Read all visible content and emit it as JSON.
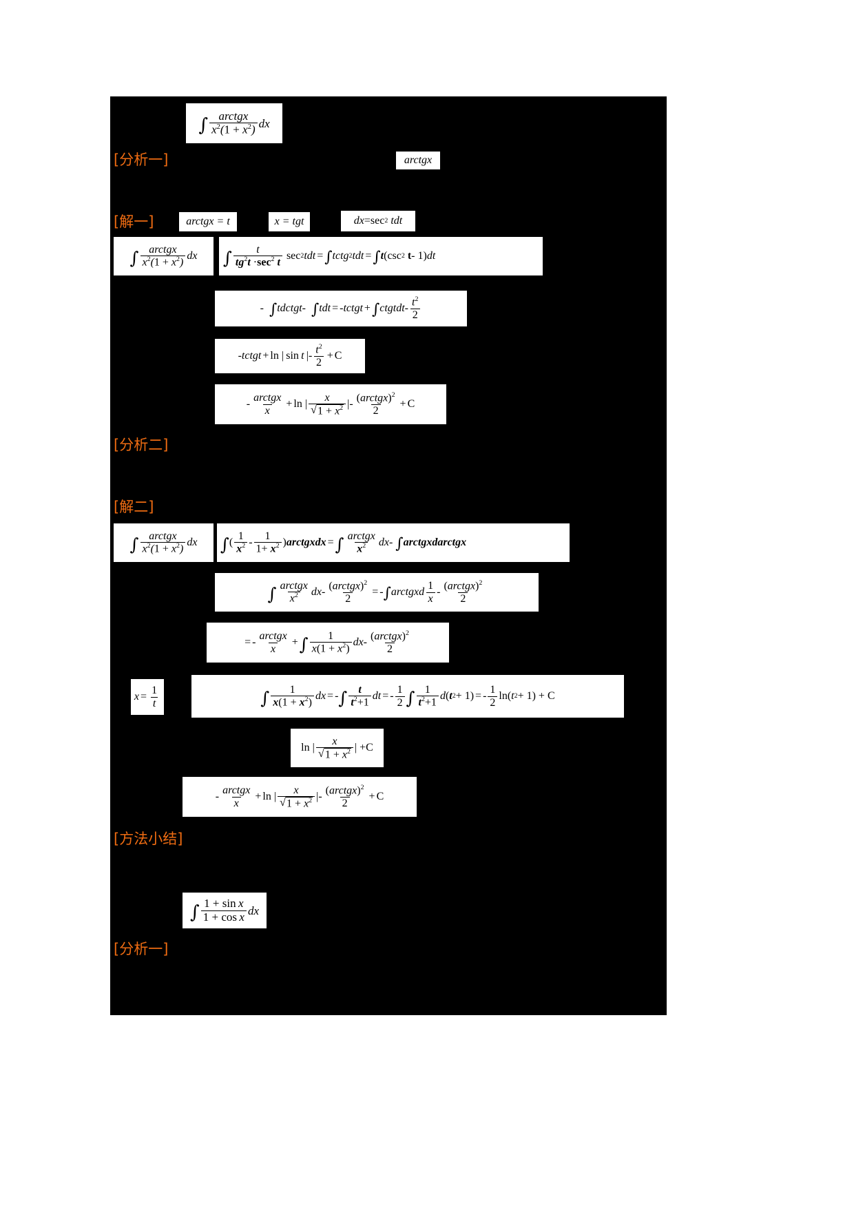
{
  "document": {
    "language": "zh-CN",
    "background_color": "#000000",
    "page_color": "#ffffff",
    "heading_color": "#ef6c12",
    "formula_box_color": "#ffffff"
  },
  "headings": {
    "analysis_one": "[分析一]",
    "solution_one": "[解一]",
    "analysis_two": "[分析二]",
    "solution_two": "[解二]",
    "method_summary": "[方法小结]",
    "analysis_one_b": "[分析一]"
  },
  "formulas": {
    "problem_1": "∫ arctgx / (x²(1+x²)) dx",
    "hint_1": "arctgx",
    "sub_1": "arctgx = t",
    "sub_2": "x = tgt",
    "sub_3": "dx = sec² tdt",
    "s1_line1_left": "∫ arctgx / (x²(1+x²)) dx",
    "s1_line1_right": "∫ t / (tg²t · sec²t) sec² tdt = ∫tctg²tdt = ∫t(csc² t - 1)dt",
    "s1_line2": "- ∫tdctgt - ∫tdt = - tctgt + ∫ctgtdt - t²/2",
    "s1_line3": "- tctgt + ln|sin t| - t²/2 + C",
    "s1_line4": "- arctgx/x + ln| x/√(1+x²) | - (arctgx)²/2 + C",
    "s2_line1_left": "∫ arctgx / (x²(1+x²)) dx",
    "s2_line1_right": "∫(1/x² - 1/(1+x²))arctgxdx = ∫ arctgx/x² dx - ∫arctgxdarctgx",
    "s2_line2": "∫ arctgx/x² dx - (arctgx)²/2 = - ∫arctgxd(1/x) - (arctgx)²/2",
    "s2_line3": "= - arctgx/x + ∫ 1/(x(1+x²)) dx - (arctgx)²/2",
    "s2_sub": "x = 1/t",
    "s2_line4": "∫ 1/(x(1+x²)) dx = - ∫ t/(t²+1) dt = - 1/2 ∫ 1/(t²+1) d(t²+1) = - 1/2 ln(t²+1) + C",
    "s2_line5": "ln| x/√(1+x²) | + C",
    "s2_line6": "- arctgx/x + ln| x/√(1+x²) | - (arctgx)²/2 + C",
    "problem_2": "∫ (1+sin x)/(1+cos x) dx"
  }
}
